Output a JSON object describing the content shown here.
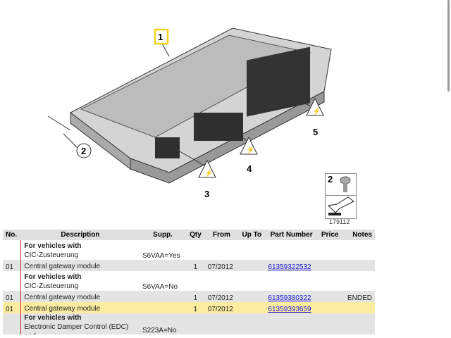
{
  "diagram": {
    "callouts": [
      "1",
      "2",
      "3",
      "4",
      "5"
    ],
    "ref_number": "2",
    "ref_code": "179112"
  },
  "table": {
    "headers": [
      "No.",
      "Description",
      "Supp.",
      "Qty",
      "From",
      "Up To",
      "Part Number",
      "Price",
      "Notes"
    ],
    "rows": [
      {
        "type": "group",
        "title": "For vehicles with",
        "desc": "CIC-Zusteuerung",
        "supp": "S6VAA=Yes"
      },
      {
        "type": "part",
        "no": "01",
        "desc": "Central gateway module",
        "qty": "1",
        "from": "07/2012",
        "part": "61359322532",
        "notes": ""
      },
      {
        "type": "group",
        "title": "For vehicles with",
        "desc": "CIC-Zusteuerung",
        "supp": "S6VAA=No"
      },
      {
        "type": "part",
        "no": "01",
        "desc": "Central gateway module",
        "qty": "1",
        "from": "07/2012",
        "part": "61359380322",
        "notes": "ENDED"
      },
      {
        "type": "part",
        "highlight": true,
        "no": "01",
        "desc": "Central gateway module",
        "qty": "1",
        "from": "07/2012",
        "part": "61359393659",
        "notes": ""
      },
      {
        "type": "group",
        "gray": true,
        "title": "For vehicles with",
        "desc": "Electronic Damper Control (EDC)",
        "desc2": "and",
        "supp": "S223A=No"
      }
    ]
  },
  "colors": {
    "highlight": "#fbec9f",
    "link": "#1a1adb",
    "callout_box": "#f2d21a"
  }
}
